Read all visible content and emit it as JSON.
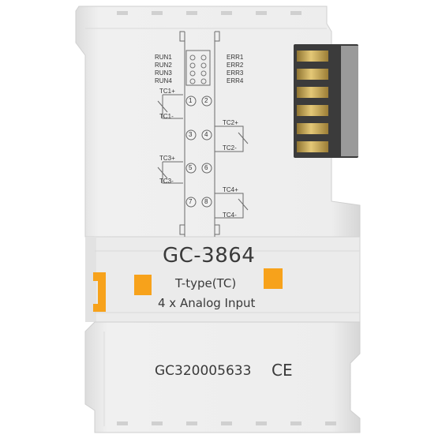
{
  "product": {
    "model": "GC-3864",
    "type_line": "T-type(TC)",
    "function_line": "4 x Analog Input",
    "serial": "GC320005633",
    "mark": "CE"
  },
  "leds": {
    "left": [
      "RUN1",
      "RUN2",
      "RUN3",
      "RUN4"
    ],
    "right": [
      "ERR1",
      "ERR2",
      "ERR3",
      "ERR4"
    ]
  },
  "terminals": [
    "1",
    "2",
    "3",
    "4",
    "5",
    "6",
    "7",
    "8"
  ],
  "thermocouples": [
    {
      "plus": "TC1+",
      "minus": "TC1-"
    },
    {
      "plus": "TC2+",
      "minus": "TC2-"
    },
    {
      "plus": "TC3+",
      "minus": "TC3-"
    },
    {
      "plus": "TC4+",
      "minus": "TC4-"
    }
  ],
  "colors": {
    "housing": "#ececec",
    "accent_orange": "#f7a21b",
    "contacts": "#c9a94f",
    "text": "#3a3a3a"
  }
}
